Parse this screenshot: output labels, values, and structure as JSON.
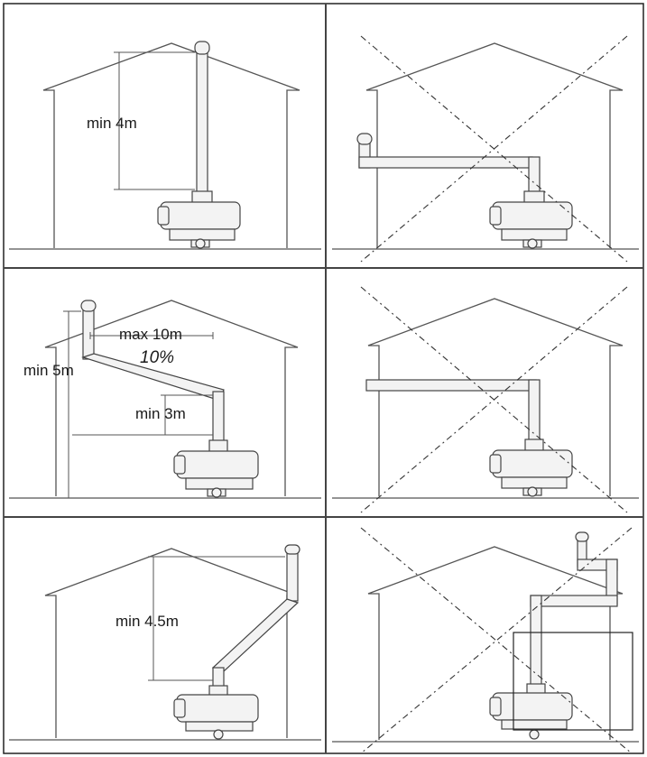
{
  "panels": [
    {
      "id": "vertical-chimney",
      "allowed": true,
      "labels": [
        "min 4m"
      ]
    },
    {
      "id": "horizontal-flue",
      "allowed": false,
      "labels": []
    },
    {
      "id": "sloped-flue",
      "allowed": true,
      "labels": [
        "max 10m",
        "10%",
        "min 5m",
        "min 3m"
      ]
    },
    {
      "id": "horizontal-wall-exit",
      "allowed": false,
      "labels": []
    },
    {
      "id": "angled-roof-chimney",
      "allowed": true,
      "labels": [
        "min 4.5m"
      ]
    },
    {
      "id": "chimney-below-roof",
      "allowed": false,
      "labels": []
    }
  ]
}
